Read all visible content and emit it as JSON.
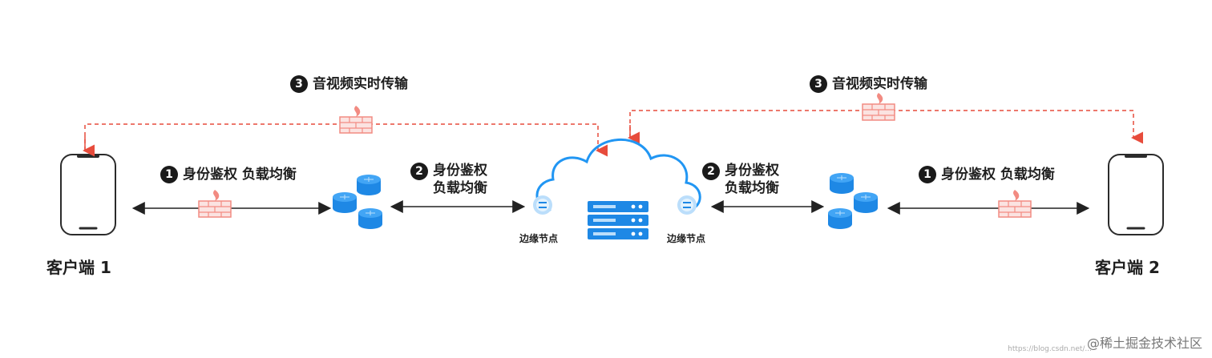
{
  "colors": {
    "accent": "#2196f3",
    "dashed": "#e74c3c",
    "firewall": "#f28b82",
    "arrow": "#222222"
  },
  "clients": {
    "left": {
      "label": "客户端 1"
    },
    "right": {
      "label": "客户端 2"
    }
  },
  "steps": {
    "left_1": {
      "number": "1",
      "text": "身份鉴权 负载均衡"
    },
    "left_2": {
      "number": "2",
      "line1": "身份鉴权",
      "line2": "负载均衡"
    },
    "right_2": {
      "number": "2",
      "line1": "身份鉴权",
      "line2": "负载均衡"
    },
    "right_1": {
      "number": "1",
      "text": "身份鉴权 负载均衡"
    },
    "left_3": {
      "number": "3",
      "text": "音视频实时传输"
    },
    "right_3": {
      "number": "3",
      "text": "音视频实时传输"
    }
  },
  "edge_nodes": {
    "left": "边缘节点",
    "right": "边缘节点"
  },
  "icons": [
    "phone-icon",
    "firewall-icon",
    "database-icon",
    "cloud-icon",
    "server-icon",
    "edge-node-icon"
  ],
  "watermark": {
    "text": "@稀土掘金技术社区",
    "sub": "https://blog.csdn.net/..."
  }
}
